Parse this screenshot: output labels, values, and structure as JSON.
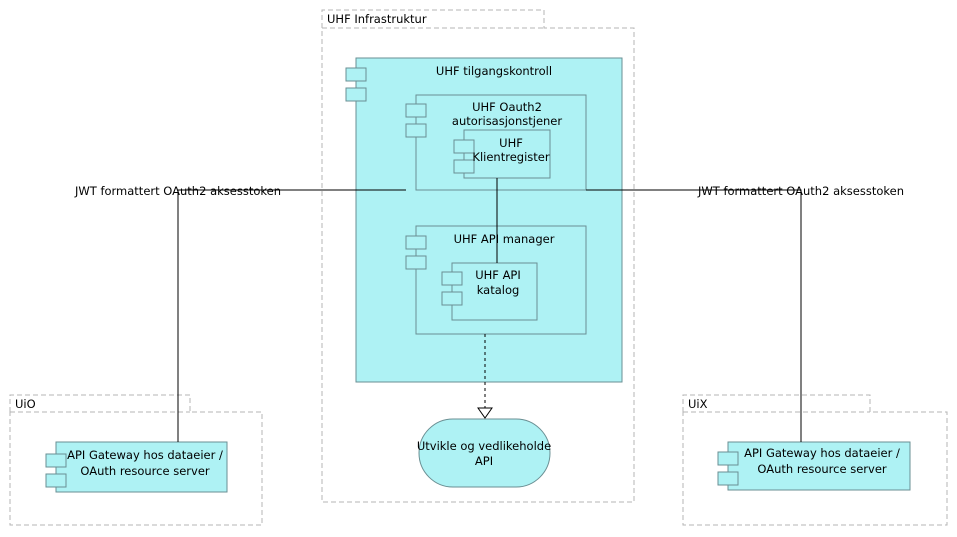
{
  "colors": {
    "component_fill": "#aef2f4",
    "component_stroke": "#6a8f93",
    "group_stroke": "#b4b4b4",
    "line": "#000000"
  },
  "groups": {
    "infrastructure": "UHF Infrastruktur",
    "uio": "UiO",
    "uix": "UiX"
  },
  "components": {
    "access_control": "UHF tilgangskontroll",
    "oauth_server": [
      "UHF Oauth2",
      "autorisasjonstjener"
    ],
    "client_registry": [
      "UHF",
      "Klientregister"
    ],
    "api_manager": "UHF API manager",
    "api_catalog": [
      "UHF API",
      "katalog"
    ],
    "uio_gateway": [
      "API Gateway hos dataeier /",
      "OAuth resource server"
    ],
    "uix_gateway": [
      "API Gateway hos dataeier /",
      "OAuth resource server"
    ]
  },
  "process": {
    "label": [
      "Utvikle og vedlikeholde",
      "API"
    ]
  },
  "relations": {
    "left_label": "JWT formattert OAuth2 aksesstoken",
    "right_label": "JWT formattert OAuth2 aksesstoken"
  }
}
